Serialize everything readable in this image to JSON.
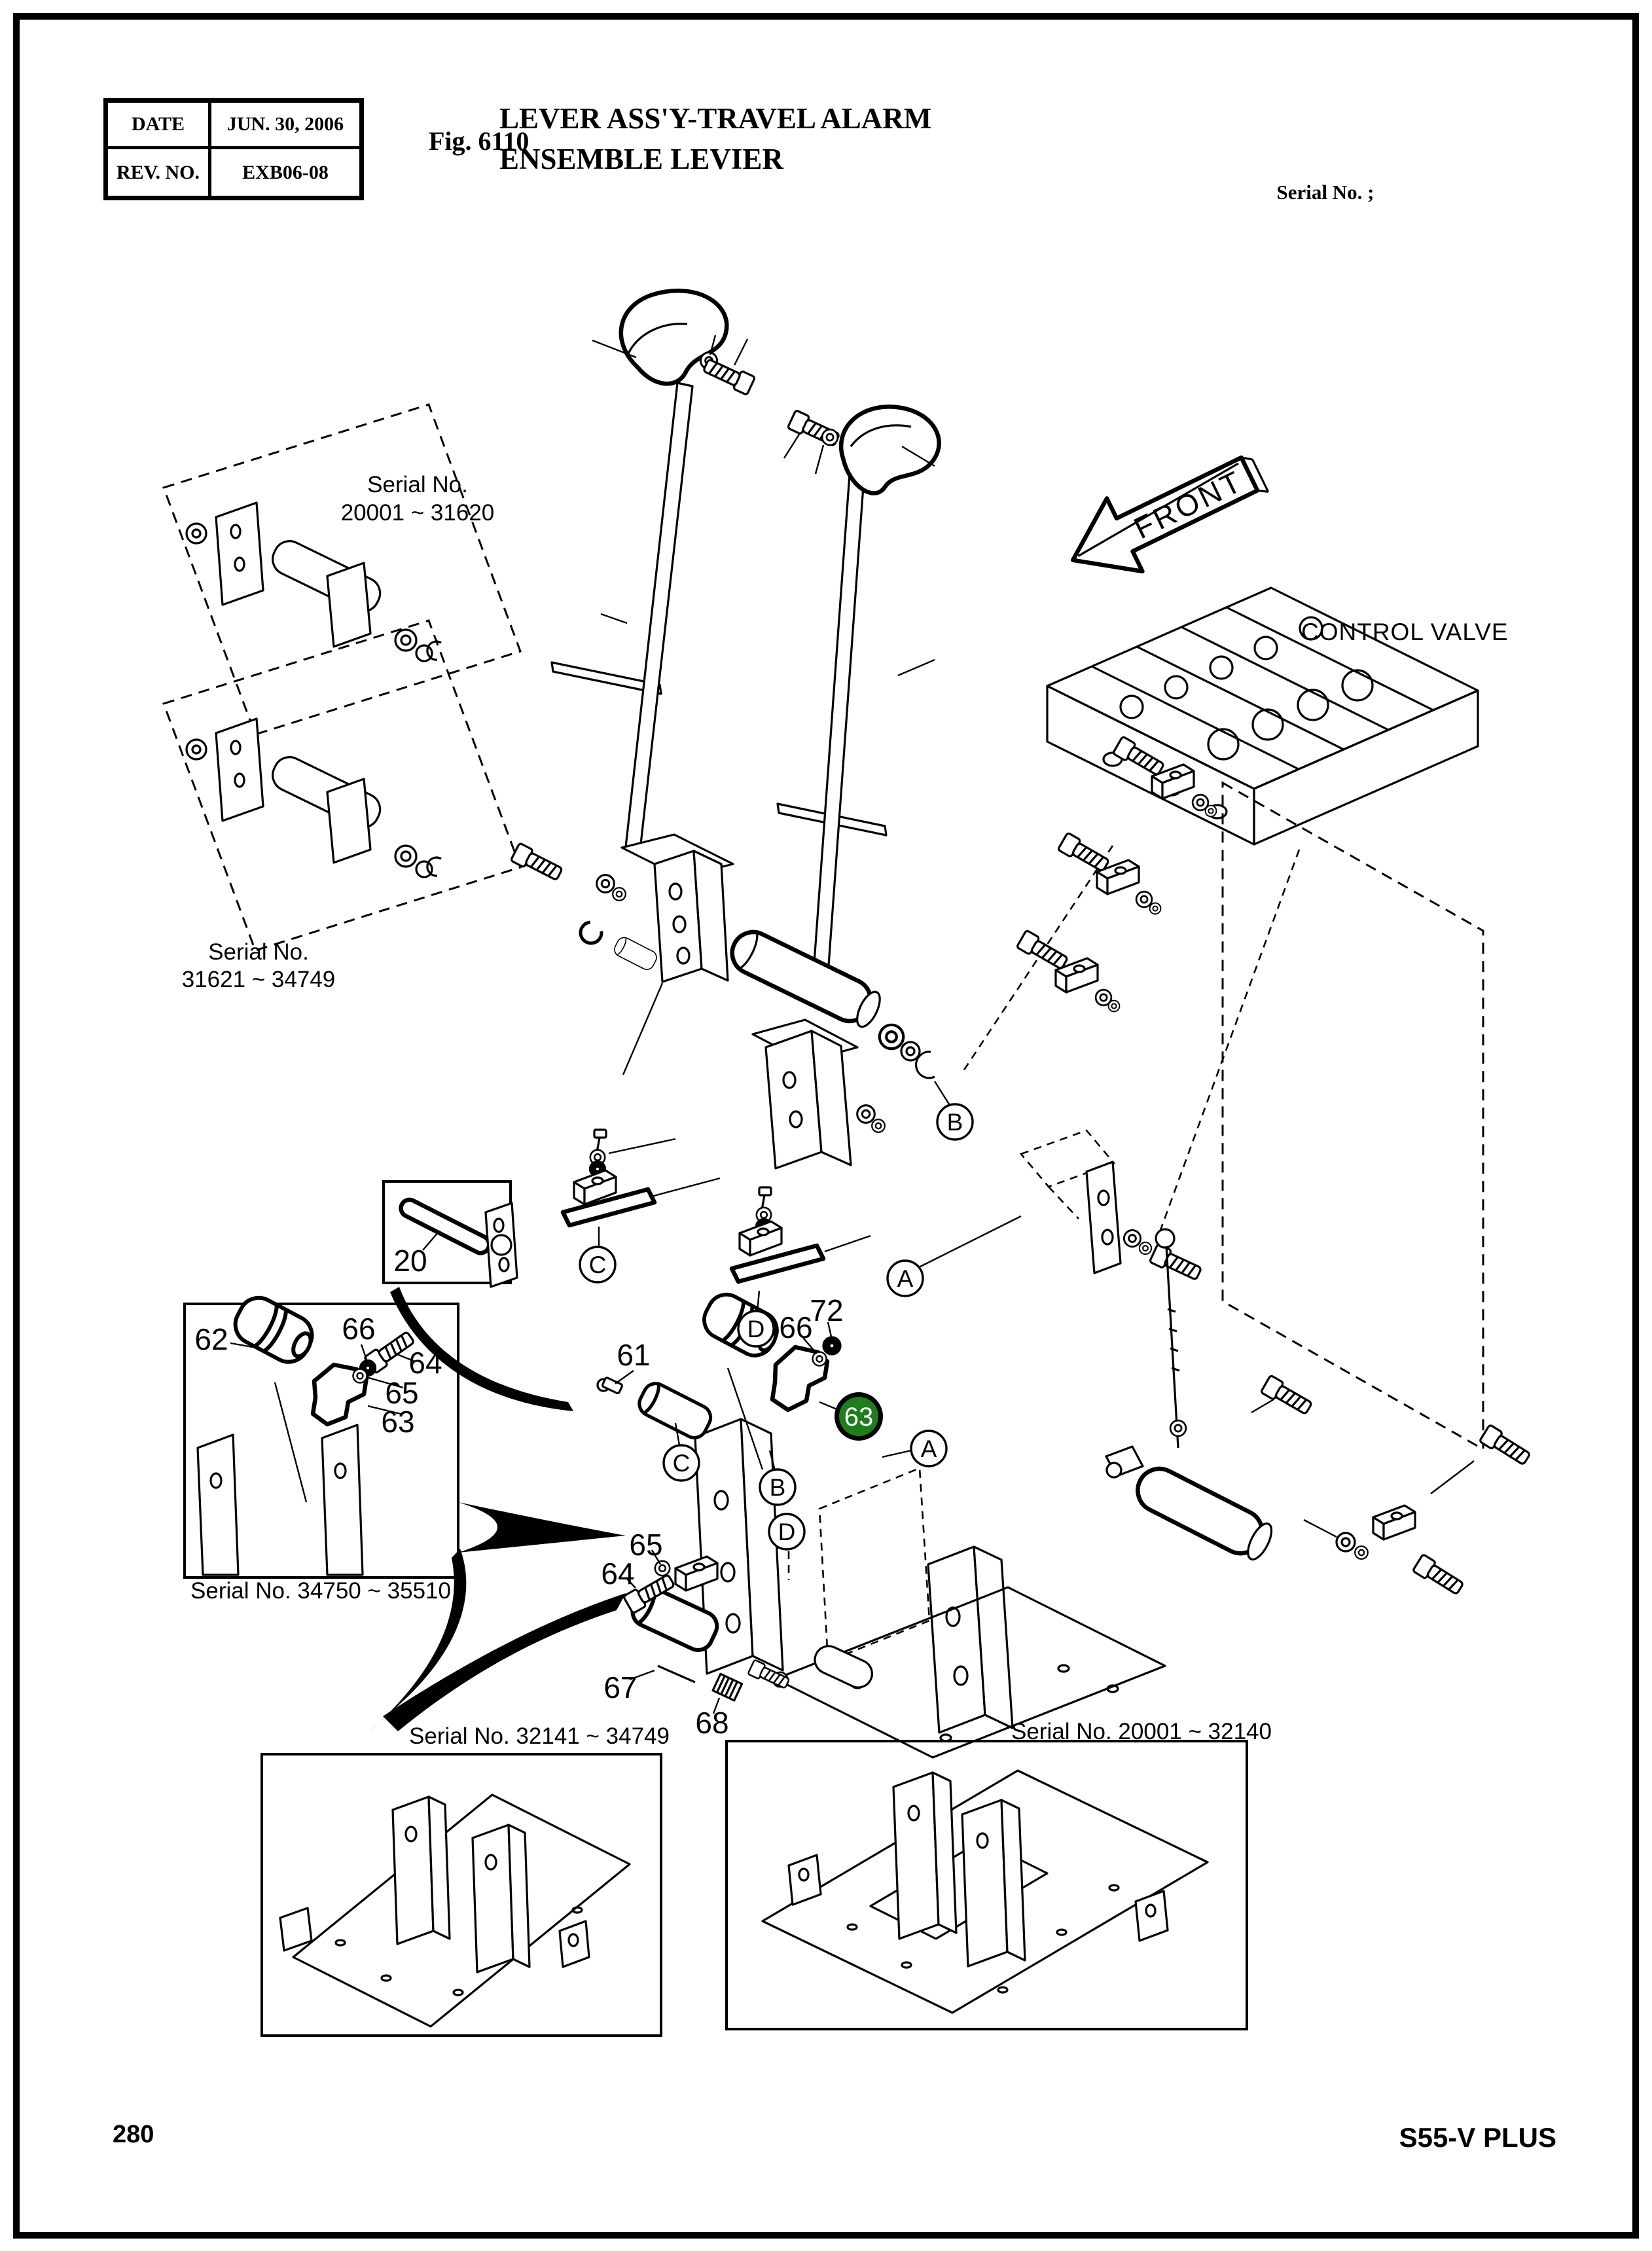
{
  "header": {
    "date_label": "DATE",
    "date_value": "JUN. 30, 2006",
    "rev_label": "REV. NO.",
    "rev_value": "EXB06-08",
    "fig": "Fig. 6110",
    "title_en": "LEVER ASS'Y-TRAVEL ALARM",
    "title_fr": "ENSEMBLE LEVIER",
    "serial_note": "Serial No. ;"
  },
  "diagram": {
    "front": "FRONT",
    "control_valve": "CONTROL VALVE",
    "serial_labels": {
      "range1_line1": "Serial No.",
      "range1_line2": "20001 ~ 31620",
      "range2_line1": "Serial No.",
      "range2_line2": "31621 ~ 34749",
      "range3": "Serial No. 34750 ~ 35510",
      "range4": "Serial No. 32141 ~ 34749",
      "range5": "Serial No. 20001 ~ 32140"
    },
    "parts": {
      "p20": "20",
      "p61": "61",
      "p62": "62",
      "p63": "63",
      "p64": "64",
      "p65": "65",
      "p66": "66",
      "p67": "67",
      "p68": "68",
      "p72": "72"
    },
    "callouts": {
      "a": "A",
      "b": "B",
      "c": "C",
      "d": "D"
    },
    "highlight": {
      "label": "63",
      "color": "#1e7e1e"
    }
  },
  "footer": {
    "page_number": "280",
    "model": "S55-V PLUS"
  }
}
